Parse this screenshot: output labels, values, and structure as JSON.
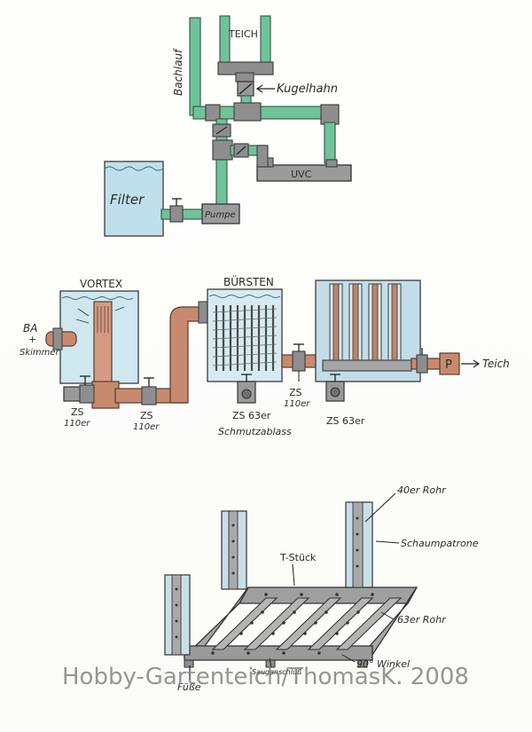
{
  "colors": {
    "pipe_green": "#6fc39a",
    "pipe_grey": "#8e8e8e",
    "water_blue": "#bfe0ea",
    "pipe_brown": "#c88a6e",
    "brush_dark": "#4a4a4a"
  },
  "top": {
    "bachlauf": "Bachlauf",
    "teich": "TEICH",
    "kugelhahn": "Kugelhahn",
    "filter": "Filter",
    "pumpe": "Pumpe",
    "uvc": "UVC"
  },
  "middle": {
    "vortex": "VORTEX",
    "buersten": "BÜRSTEN",
    "ba": "BA",
    "plus": "+",
    "skimmer": "Skimmer",
    "zs_left": "ZS",
    "zs_left_size": "110er",
    "zs_mid": "ZS",
    "zs_mid_size": "110er",
    "zs_right": "ZS",
    "zs_right_size": "110er",
    "zs63_buersten": "ZS 63er",
    "schmutzablass": "Schmutzablass",
    "zs63_right": "ZS 63er",
    "p": "P",
    "teich_out": "Teich"
  },
  "bottom": {
    "rohr40": "40er Rohr",
    "schaumpatrone": "Schaumpatrone",
    "tstueck": "T-Stück",
    "rohr63": "63er Rohr",
    "winkel": "90° Winkel",
    "sauganschluss": "Sauganschluß",
    "fuesse": "Füße"
  },
  "credit": "Hobby-Gartenteich/ThomasK. 2008"
}
